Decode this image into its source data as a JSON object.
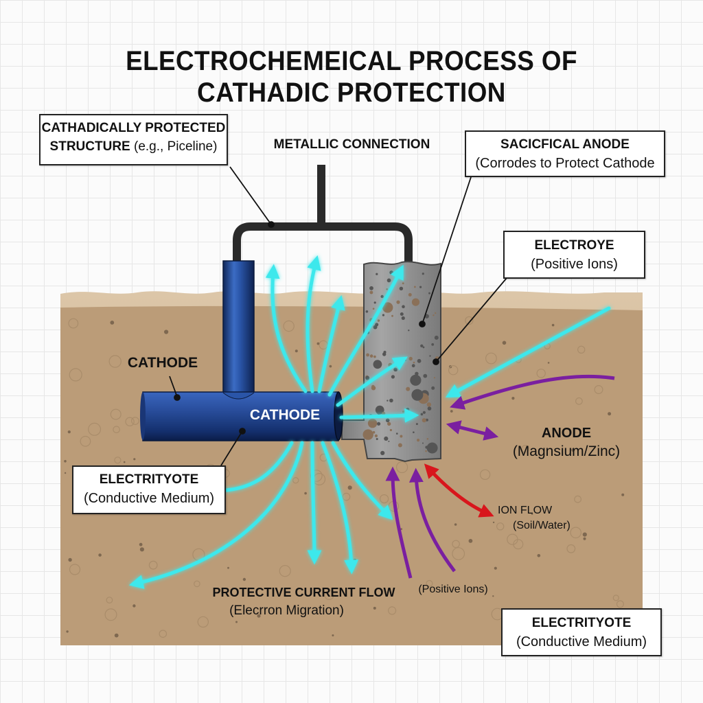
{
  "title": {
    "line1": "ELECTROCHEMEICAL PROCESS OF",
    "line2": "CATHADIC PROTECTION"
  },
  "labels": {
    "structure": {
      "bold": "CATHADICALLY PROTECTED",
      "bold2": "STRUCTURE",
      "normal": "(e.g., Piceline)"
    },
    "metallic_connection": {
      "bold": "METALLIC CONNECTION"
    },
    "sacrificial_anode": {
      "bold": "SACICFICAL ANODE",
      "normal": "(Corrodes to Protect Cathode"
    },
    "electrolyte_ions": {
      "bold": "ELECTROYE",
      "normal": "(Positive Ions)"
    },
    "cathode_outer": {
      "bold": "CATHODE"
    },
    "cathode_pipe": {
      "bold": "CATHODE"
    },
    "electrolyte_left": {
      "bold": "ELECTRITYOTE",
      "normal": "(Conductive Medium)"
    },
    "anode_material": {
      "bold": "ANODE",
      "normal": "(Magnsium/Zinc)"
    },
    "ion_flow": {
      "bold": "ION FLOW",
      "normal": "(Soil/Water)"
    },
    "protective_current": {
      "bold": "PROTECTIVE CURRENT FLOW",
      "normal": "(Elecrron Migration)"
    },
    "positive_ions": {
      "normal": "(Positive Ions)"
    },
    "electrolyte_right": {
      "bold": "ELECTRITYOTE",
      "normal": "(Conductive Medium)"
    }
  },
  "colors": {
    "soil": "#bb9c78",
    "soil_top": "#d9c3a5",
    "pipe": "#1e3f8a",
    "anode": "#8c8c8c",
    "current_arrow": "#3ee8ec",
    "ion_arrow": "#7a1fa0",
    "ion_flow_arrow": "#d8161c",
    "wire": "#2a2a2a"
  }
}
